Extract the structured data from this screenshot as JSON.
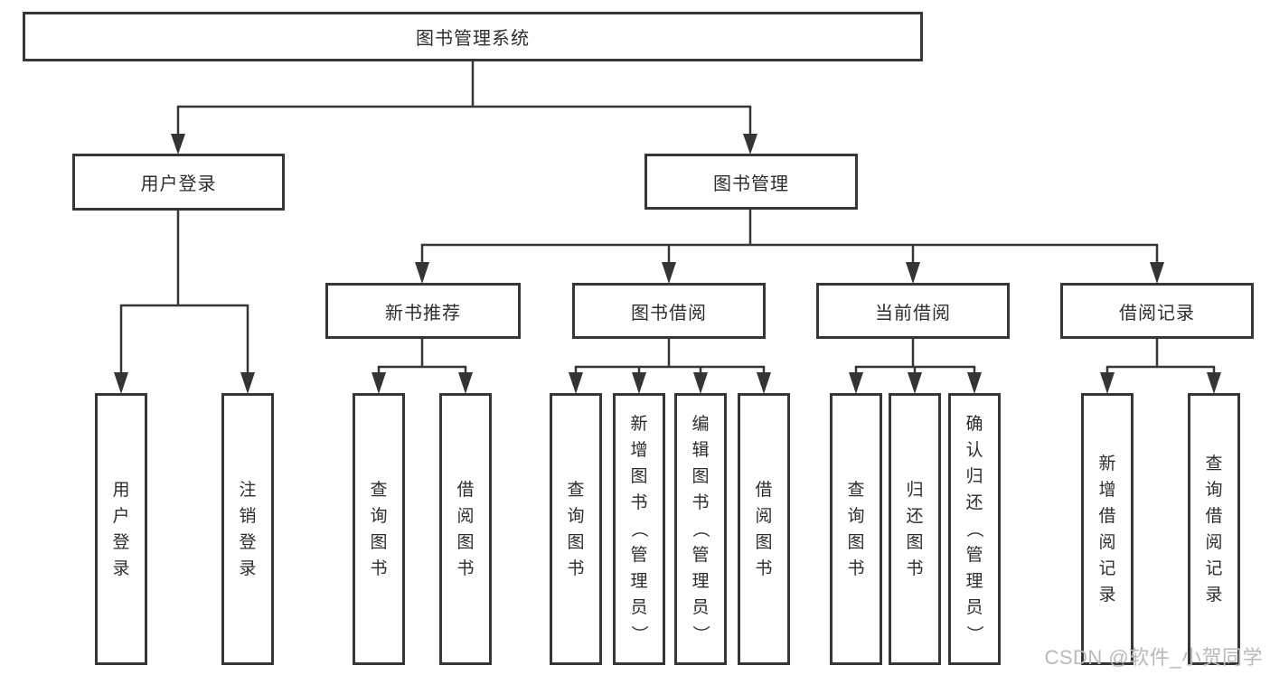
{
  "diagram": {
    "root": {
      "label": "图书管理系统"
    },
    "branches": [
      {
        "label": "用户登录"
      },
      {
        "label": "图书管理"
      }
    ],
    "modules": [
      {
        "label": "新书推荐"
      },
      {
        "label": "图书借阅"
      },
      {
        "label": "当前借阅"
      },
      {
        "label": "借阅记录"
      }
    ],
    "leaves": [
      {
        "label": "用户登录"
      },
      {
        "label": "注销登录"
      },
      {
        "label": "查询图书"
      },
      {
        "label": "借阅图书"
      },
      {
        "label": "查询图书"
      },
      {
        "label": "新增图书（管理员）"
      },
      {
        "label": "编辑图书（管理员）"
      },
      {
        "label": "借阅图书"
      },
      {
        "label": "查询图书"
      },
      {
        "label": "归还图书"
      },
      {
        "label": "确认归还（管理员）"
      },
      {
        "label": "新增借阅记录"
      },
      {
        "label": "查询借阅记录"
      }
    ]
  },
  "watermark": {
    "text": "CSDN @软件_小贺同学"
  },
  "colors": {
    "line": "#363636",
    "box_border": "#363636",
    "text": "#2d2d2d",
    "watermark": "#b9b9b9",
    "background": "#ffffff"
  }
}
